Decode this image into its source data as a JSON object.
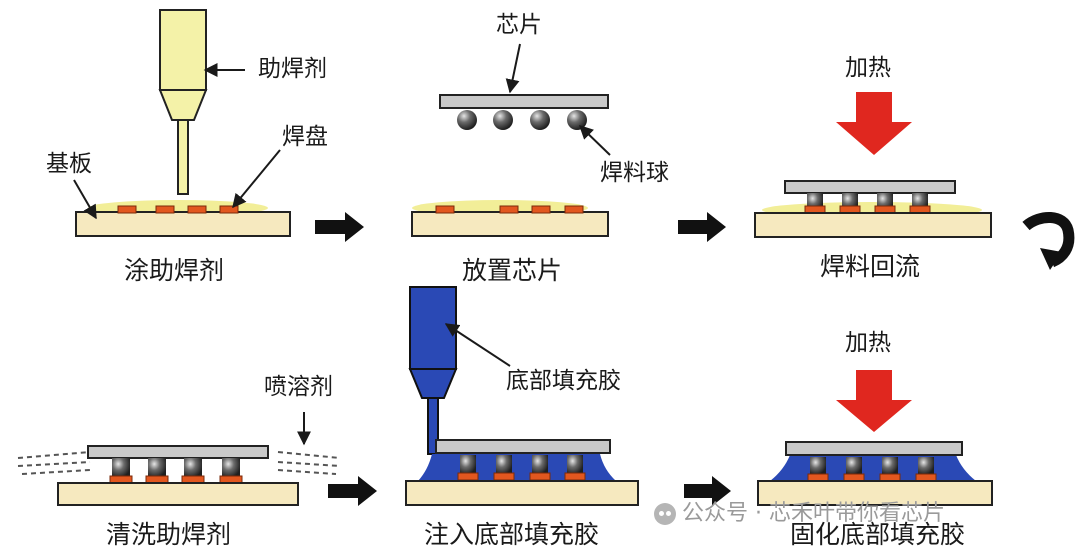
{
  "steps": {
    "s1": {
      "title": "涂助焊剂",
      "tags": {
        "flux": "助焊剂",
        "pad": "焊盘",
        "substrate": "基板"
      }
    },
    "s2": {
      "title": "放置芯片",
      "tags": {
        "chip": "芯片",
        "ball": "焊料球"
      }
    },
    "s3": {
      "title": "焊料回流",
      "tags": {
        "heat": "加热"
      }
    },
    "s4": {
      "title": "清洗助焊剂",
      "tags": {
        "solvent": "喷溶剂"
      }
    },
    "s5": {
      "title": "注入底部填充胶",
      "tags": {
        "underfill": "底部填充胶"
      }
    },
    "s6": {
      "title": "固化底部填充胶",
      "tags": {
        "heat": "加热"
      }
    }
  },
  "watermark": {
    "text": "公众号 · 芯禾叶带你看芯片"
  },
  "colors": {
    "substrate": "#f6e9bf",
    "pad": "#e2571f",
    "flux": "#f0eb86",
    "chip": "#c9c9c9",
    "ball": "#3a3a3a",
    "heat_arrow": "#e0271f",
    "underfill": "#2a49b5",
    "flux_dispenser": "#f4f2a8",
    "underfill_dispenser": "#2a49b5",
    "flow_arrow": "#111111"
  },
  "icons": [
    "flux-dispenser-icon",
    "underfill-dispenser-icon",
    "heat-arrow-icon",
    "process-arrow-icon",
    "wechat-icon"
  ]
}
